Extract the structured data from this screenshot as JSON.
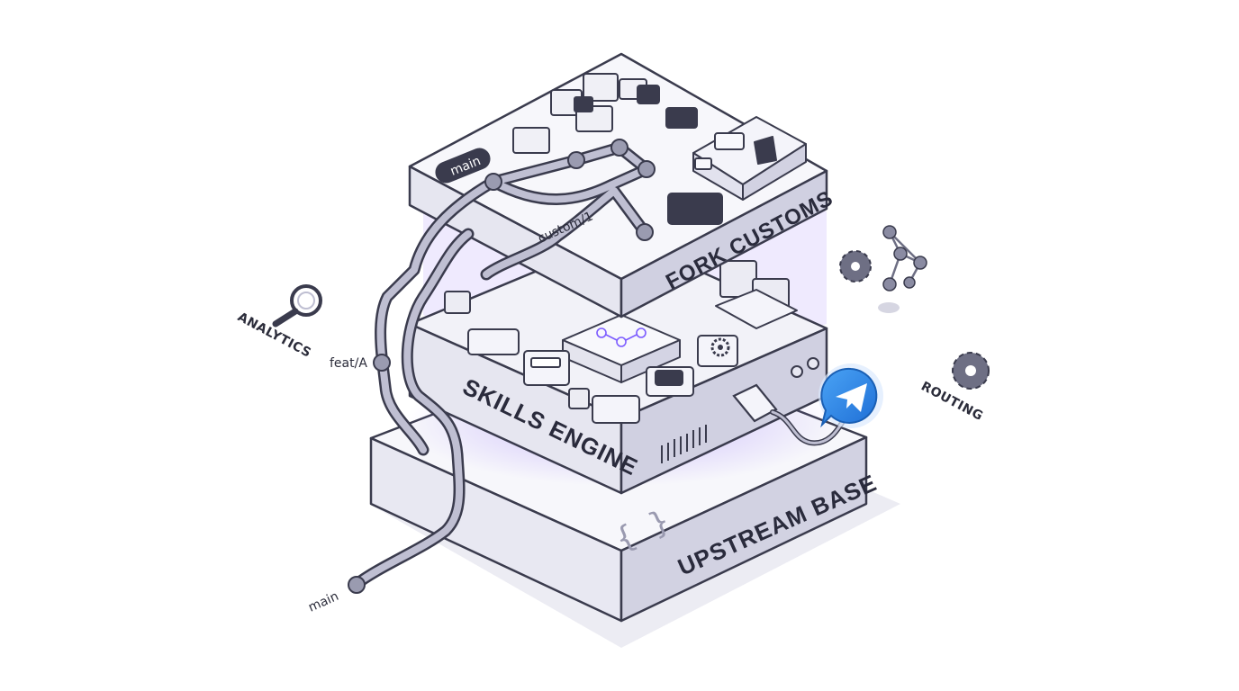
{
  "layers": {
    "top": {
      "title": "FORK CUSTOMS"
    },
    "middle": {
      "title": "SKILLS ENGINE"
    },
    "bottom": {
      "title": "UPSTREAM BASE",
      "glyph": "{ }"
    }
  },
  "branches": {
    "main_top": "main",
    "custom": "custom/1",
    "feat": "feat/A",
    "main_bottom": "main"
  },
  "side_labels": {
    "analytics": "ANALYTICS",
    "routing": "ROUTING"
  },
  "icons": {
    "analytics": "magnifier-icon",
    "routing": "gear-icon",
    "network": "network-graph-icon",
    "telegram": "paper-plane-icon"
  },
  "colors": {
    "outline": "#3a3b4d",
    "slab_top": "#f4f4fa",
    "slab_side": "#d9d9e8",
    "slab_front": "#c9c9dc",
    "glow": "#a78bfa",
    "accent_blue": "#2f80ed",
    "path": "#9495ab"
  }
}
